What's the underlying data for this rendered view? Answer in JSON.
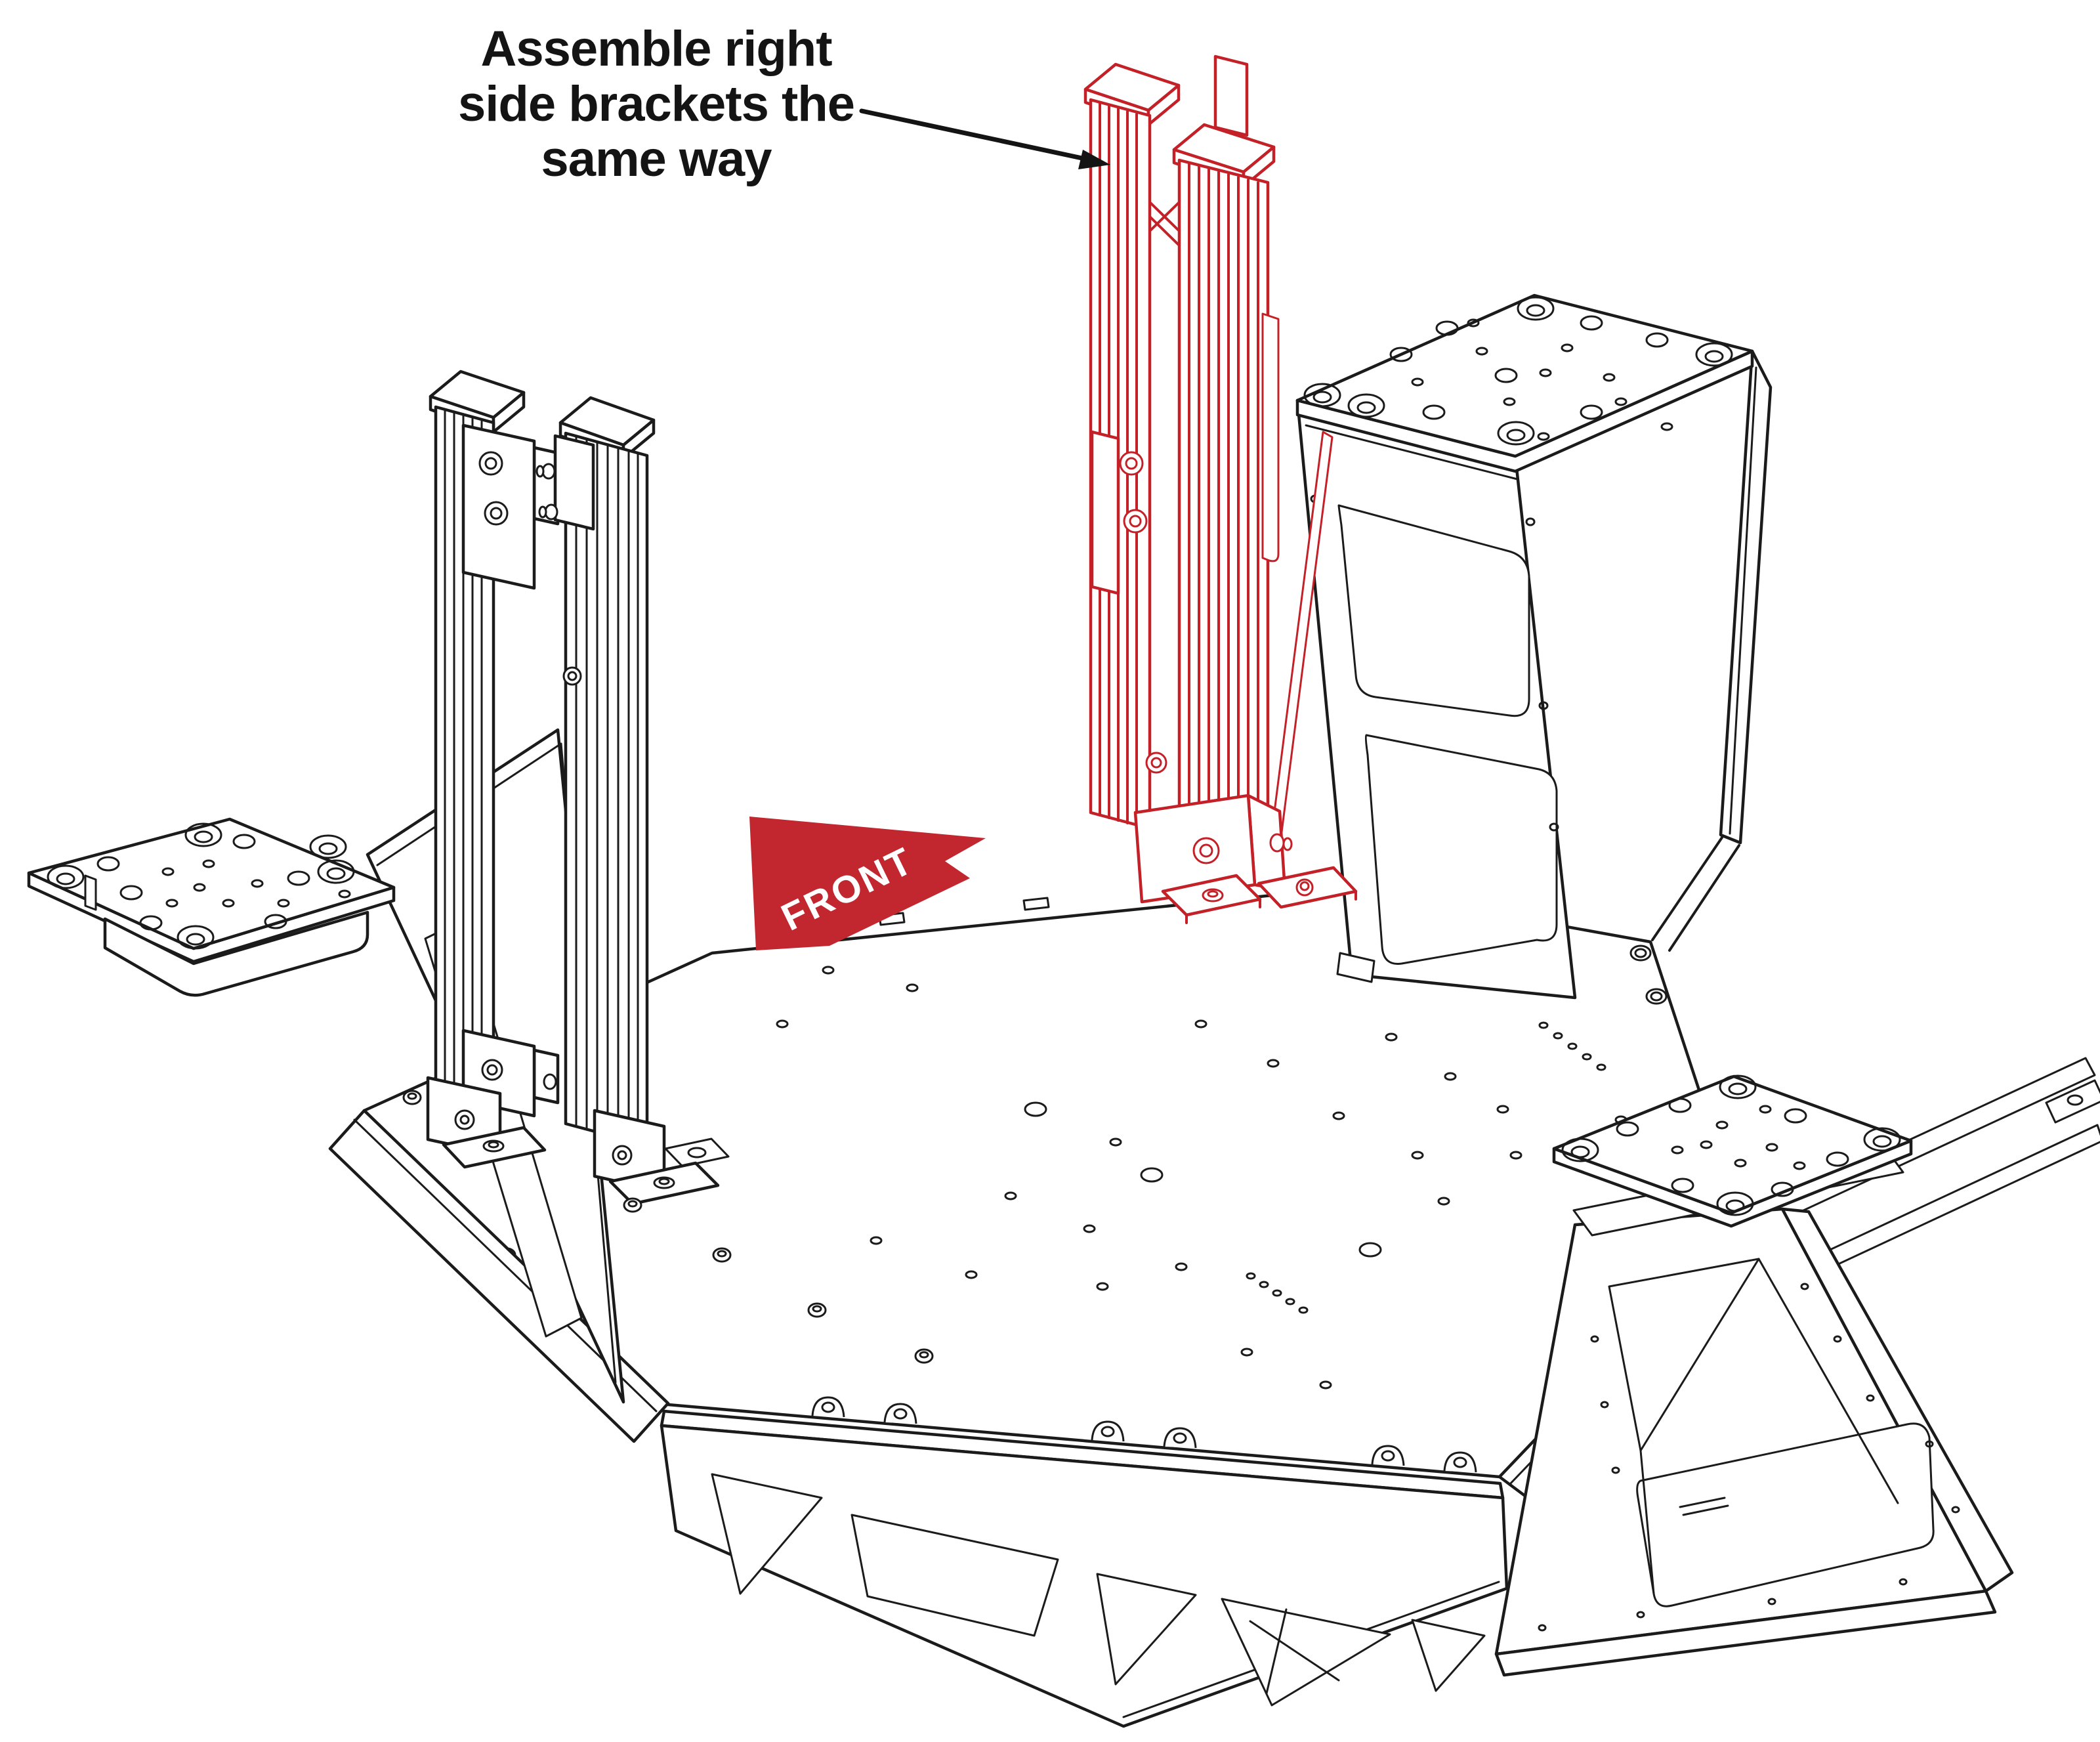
{
  "annotation": {
    "full_text": "Assemble right side brackets the same way",
    "lines": [
      "Assemble right",
      "side brackets the",
      "same way"
    ]
  },
  "front_label": "FRONT",
  "colors": {
    "background": "#ffffff",
    "line_art": "#1b1b1b",
    "highlight_red": "#c32028",
    "front_arrow_red": "#c2262e",
    "annotation_text": "#141414",
    "front_label_text": "#ffffff"
  }
}
